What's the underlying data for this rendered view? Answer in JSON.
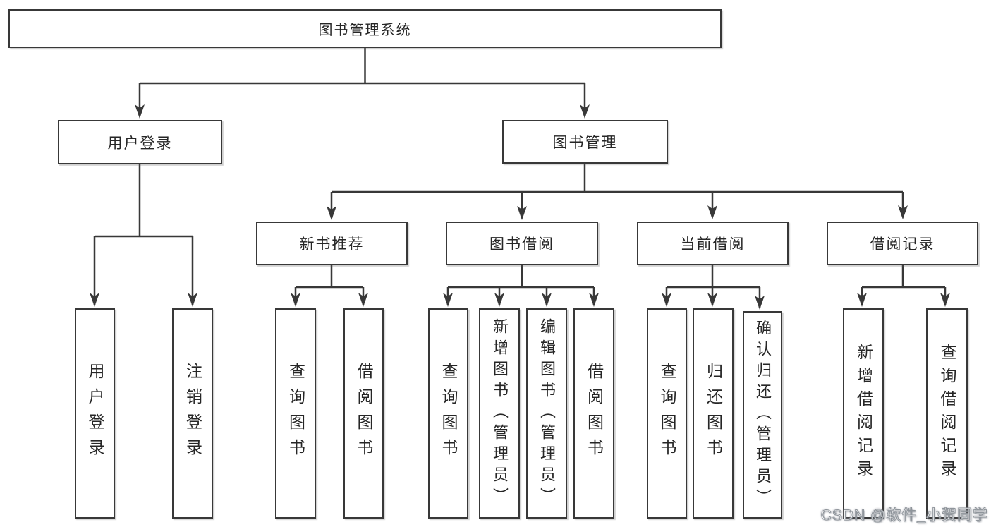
{
  "title": "图书管理系统",
  "colors": {
    "line": "#383838",
    "box_fill": "#ffffff",
    "text": "#262626",
    "background": "#ffffff"
  },
  "diagram": {
    "root": {
      "label": "图书管理系统"
    },
    "level2": [
      {
        "label": "用户登录",
        "children": [
          "用户登录",
          "注销登录"
        ]
      },
      {
        "label": "图书管理",
        "children": [
          "新书推荐",
          "图书借阅",
          "当前借阅",
          "借阅记录"
        ]
      }
    ],
    "level3": [
      {
        "label": "新书推荐",
        "parent": "图书管理",
        "children": [
          "查询图书",
          "借阅图书"
        ]
      },
      {
        "label": "图书借阅",
        "parent": "图书管理",
        "children": [
          "查询图书",
          "新增图书（管理员）",
          "编辑图书（管理员）",
          "借阅图书"
        ]
      },
      {
        "label": "当前借阅",
        "parent": "图书管理",
        "children": [
          "查询图书",
          "归还图书",
          "确认归还（管理员）"
        ]
      },
      {
        "label": "借阅记录",
        "parent": "图书管理",
        "children": [
          "新增借阅记录",
          "查询借阅记录"
        ]
      }
    ],
    "leaves": [
      {
        "label": "用户登录",
        "parent": "用户登录"
      },
      {
        "label": "注销登录",
        "parent": "用户登录"
      },
      {
        "label": "查询图书",
        "parent": "新书推荐"
      },
      {
        "label": "借阅图书",
        "parent": "新书推荐"
      },
      {
        "label": "查询图书",
        "parent": "图书借阅"
      },
      {
        "label": "新增图书（管理员）",
        "parent": "图书借阅"
      },
      {
        "label": "编辑图书（管理员）",
        "parent": "图书借阅"
      },
      {
        "label": "借阅图书",
        "parent": "图书借阅"
      },
      {
        "label": "查询图书",
        "parent": "当前借阅"
      },
      {
        "label": "归还图书",
        "parent": "当前借阅"
      },
      {
        "label": "确认归还（管理员）",
        "parent": "当前借阅"
      },
      {
        "label": "新增借阅记录",
        "parent": "借阅记录"
      },
      {
        "label": "查询借阅记录",
        "parent": "借阅记录"
      }
    ]
  },
  "watermark": {
    "text": "CSDN @软件_小贺同学"
  }
}
